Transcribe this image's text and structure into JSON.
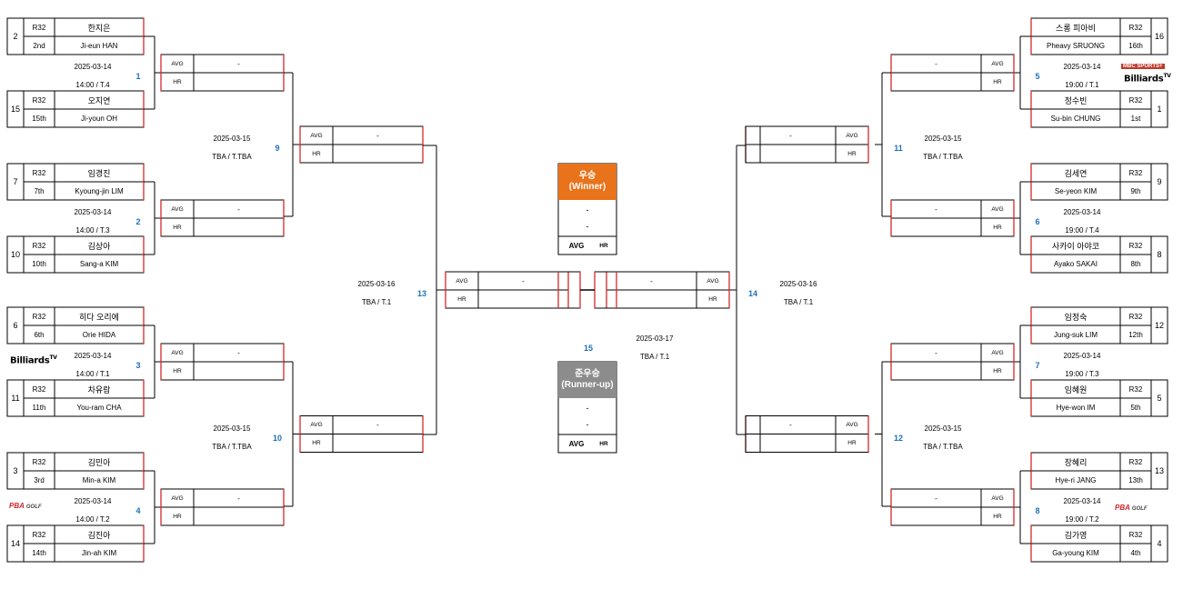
{
  "players": {
    "p2": {
      "seed": "2",
      "round": "R32",
      "name_ko": "한지은",
      "name_en": "Ji-eun HAN",
      "rank": "2nd"
    },
    "p15": {
      "seed": "15",
      "round": "R32",
      "name_ko": "오지연",
      "name_en": "Ji-youn OH",
      "rank": "15th"
    },
    "p7": {
      "seed": "7",
      "round": "R32",
      "name_ko": "임경진",
      "name_en": "Kyoung-jin LIM",
      "rank": "7th"
    },
    "p10": {
      "seed": "10",
      "round": "R32",
      "name_ko": "김상아",
      "name_en": "Sang-a KIM",
      "rank": "10th"
    },
    "p6": {
      "seed": "6",
      "round": "R32",
      "name_ko": "히다 오리에",
      "name_en": "Orie HIDA",
      "rank": "6th"
    },
    "p11": {
      "seed": "11",
      "round": "R32",
      "name_ko": "차유람",
      "name_en": "You-ram CHA",
      "rank": "11th"
    },
    "p3": {
      "seed": "3",
      "round": "R32",
      "name_ko": "김민아",
      "name_en": "Min-a KIM",
      "rank": "3rd"
    },
    "p14": {
      "seed": "14",
      "round": "R32",
      "name_ko": "김진아",
      "name_en": "Jin-ah KIM",
      "rank": "14th"
    },
    "p16": {
      "seed": "16",
      "round": "R32",
      "name_ko": "스롱 피아비",
      "name_en": "Pheavy SRUONG",
      "rank": "16th"
    },
    "p1": {
      "seed": "1",
      "round": "R32",
      "name_ko": "정수빈",
      "name_en": "Su-bin CHUNG",
      "rank": "1st"
    },
    "p9": {
      "seed": "9",
      "round": "R32",
      "name_ko": "김세연",
      "name_en": "Se-yeon KIM",
      "rank": "9th"
    },
    "p8": {
      "seed": "8",
      "round": "R32",
      "name_ko": "사카이 아야코",
      "name_en": "Ayako SAKAI",
      "rank": "8th"
    },
    "p12": {
      "seed": "12",
      "round": "R32",
      "name_ko": "임정숙",
      "name_en": "Jung-suk LIM",
      "rank": "12th"
    },
    "p5": {
      "seed": "5",
      "round": "R32",
      "name_ko": "임혜원",
      "name_en": "Hye-won IM",
      "rank": "5th"
    },
    "p13": {
      "seed": "13",
      "round": "R32",
      "name_ko": "장혜리",
      "name_en": "Hye-ri JANG",
      "rank": "13th"
    },
    "p4": {
      "seed": "4",
      "round": "R32",
      "name_ko": "김가영",
      "name_en": "Ga-young KIM",
      "rank": "4th"
    }
  },
  "matches": {
    "m1": {
      "num": "1",
      "date": "2025-03-14",
      "time": "14:00 / T.4"
    },
    "m2": {
      "num": "2",
      "date": "2025-03-14",
      "time": "14:00 / T.3"
    },
    "m3": {
      "num": "3",
      "date": "2025-03-14",
      "time": "14:00 / T.1"
    },
    "m4": {
      "num": "4",
      "date": "2025-03-14",
      "time": "14:00 / T.2"
    },
    "m5": {
      "num": "5",
      "date": "2025-03-14",
      "time": "19:00 /  T.1"
    },
    "m6": {
      "num": "6",
      "date": "2025-03-14",
      "time": "19:00 /  T.4"
    },
    "m7": {
      "num": "7",
      "date": "2025-03-14",
      "time": "19:00 /  T.3"
    },
    "m8": {
      "num": "8",
      "date": "2025-03-14",
      "time": "19:00 /  T.2"
    },
    "m9": {
      "num": "9",
      "date": "2025-03-15",
      "time": "TBA / T.TBA"
    },
    "m10": {
      "num": "10",
      "date": "2025-03-15",
      "time": "TBA / T.TBA"
    },
    "m11": {
      "num": "11",
      "date": "2025-03-15",
      "time": "TBA /  T.TBA"
    },
    "m12": {
      "num": "12",
      "date": "2025-03-15",
      "time": "TBA /  T.TBA"
    },
    "m13": {
      "num": "13",
      "date": "2025-03-16",
      "time": "TBA / T.1"
    },
    "m14": {
      "num": "14",
      "date": "2025-03-16",
      "time": "TBA / T.1"
    },
    "m15": {
      "num": "15",
      "date": "2025-03-17",
      "time": "TBA /  T.1"
    }
  },
  "slot": {
    "avg_label": "AVG",
    "hr_label": "HR",
    "empty": "-"
  },
  "winner": {
    "title": "우승",
    "subtitle": "(Winner)",
    "name": "-",
    "value": "-",
    "avg": "AVG",
    "hr": "HR",
    "color": "#e8731a"
  },
  "runner_up": {
    "title": "준우승",
    "subtitle": "(Runner-up)",
    "name": "-",
    "value": "-",
    "avg": "AVG",
    "hr": "HR",
    "color": "#8c8c8c"
  },
  "logos": {
    "billiards": "Billiards",
    "tv": "TV",
    "pba": "PBA",
    "golf": "GOLF",
    "mbc": "MBC SPORTS+"
  },
  "colors": {
    "accent_red": "#d22a2a",
    "match_num": "#1f6fb5"
  }
}
